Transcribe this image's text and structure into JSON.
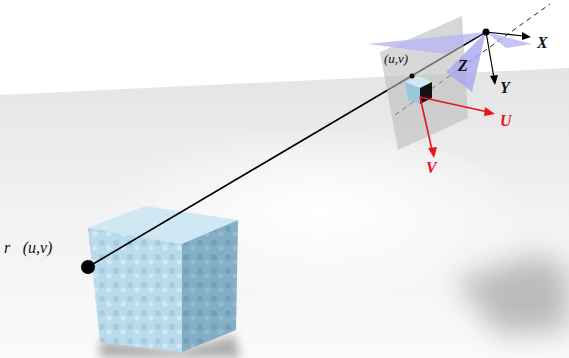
{
  "diagram": {
    "labels": [
      "r⃗(u,v)",
      "(u,v)",
      "X",
      "Y",
      "Z",
      "U",
      "V"
    ]
  }
}
